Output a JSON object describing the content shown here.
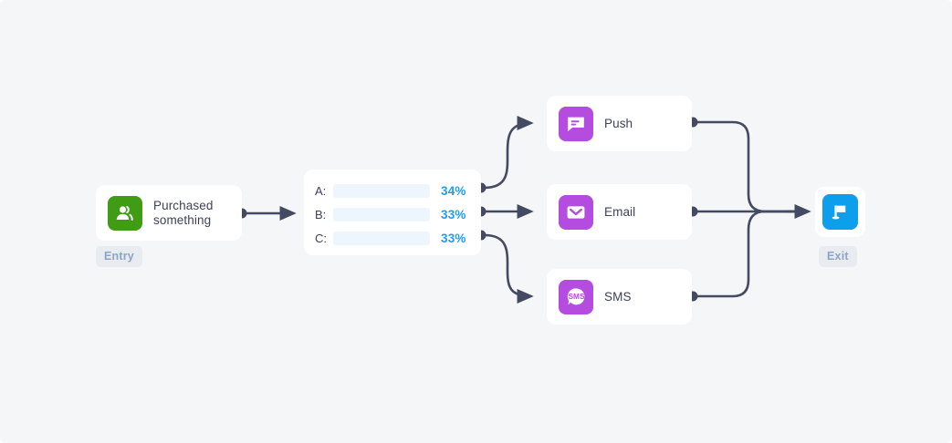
{
  "canvas": {
    "background": "#f5f6f7",
    "accent_blue": "#1b9df4",
    "accent_purple": "#b44ce0",
    "accent_green": "#3f9c14",
    "exit_blue": "#0d9fec",
    "edge_color": "#434a62"
  },
  "entry": {
    "label_line1": "Purchased",
    "label_line2": "something",
    "icon": "people-icon",
    "badge": "Entry"
  },
  "split": {
    "variants": [
      {
        "key": "A:",
        "percent": "34%",
        "value": 34
      },
      {
        "key": "B:",
        "percent": "33%",
        "value": 33
      },
      {
        "key": "C:",
        "percent": "33%",
        "value": 33
      }
    ]
  },
  "channels": [
    {
      "label": "Push",
      "icon": "chat-bubble-icon"
    },
    {
      "label": "Email",
      "icon": "envelope-icon"
    },
    {
      "label": "SMS",
      "icon": "sms-bubble-icon"
    }
  ],
  "exit": {
    "icon": "flag-icon",
    "badge": "Exit"
  }
}
